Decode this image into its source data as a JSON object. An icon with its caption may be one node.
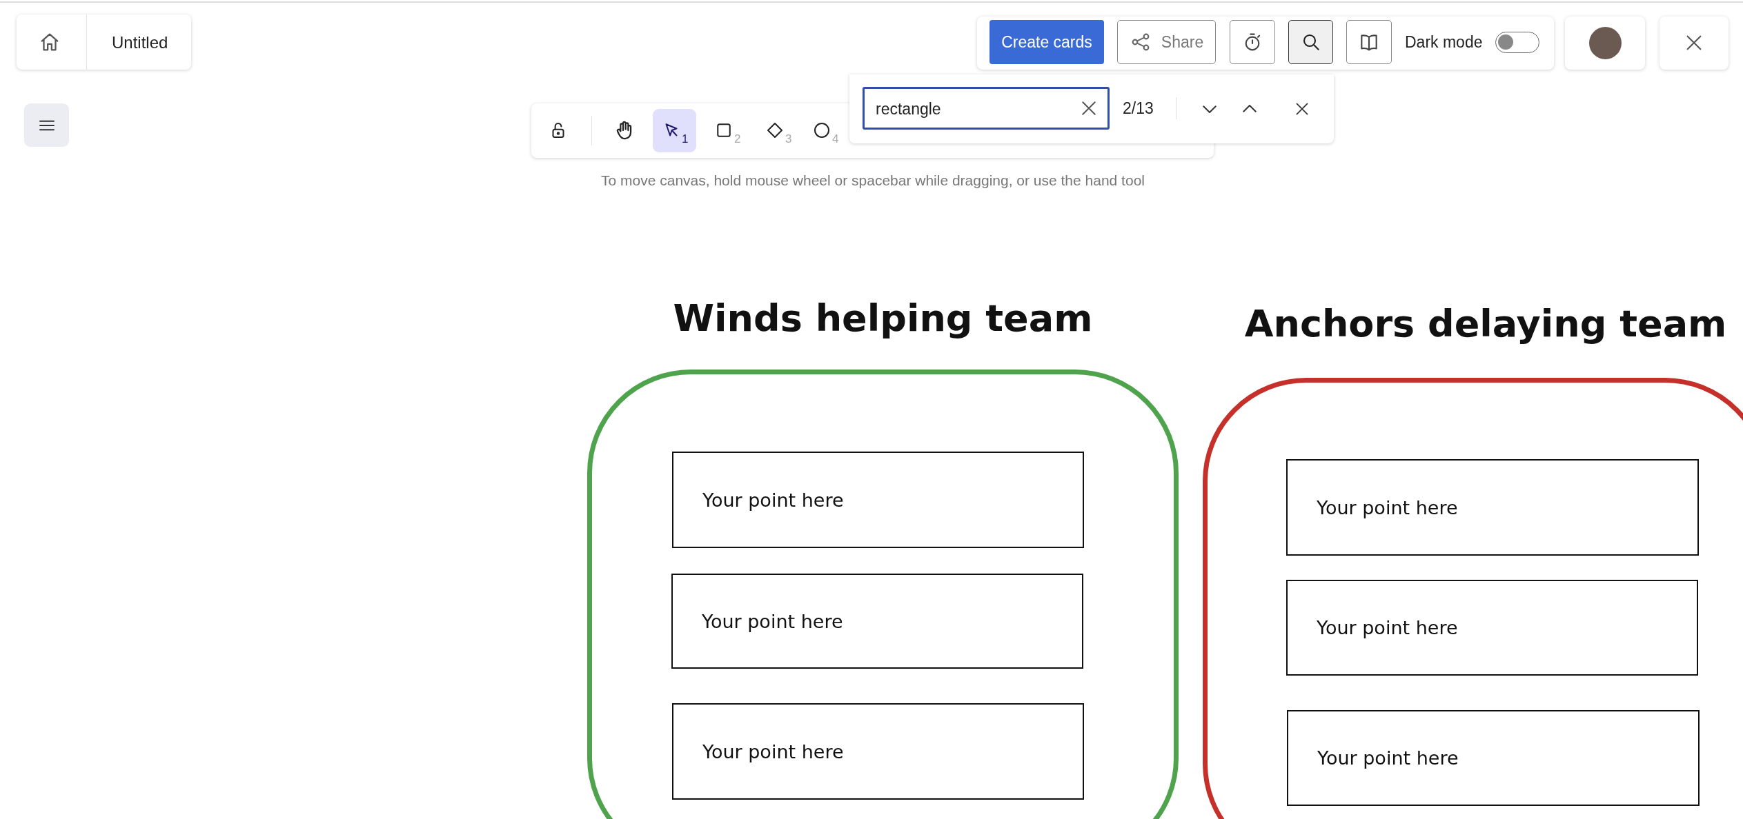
{
  "diagram": {
    "nodes": [
      {
        "text": [
          "Winds helping team"
        ]
      },
      {
        "text": [
          "Your point here"
        ],
        "in": 0
      },
      {
        "text": [
          "Your point here"
        ],
        "in": 0
      },
      {
        "text": [
          "Your point here"
        ],
        "in": 0
      },
      {
        "text": [
          "Anchors delaying team"
        ]
      },
      {
        "text": [
          "Your point here"
        ],
        "in": 4
      },
      {
        "text": [
          "Your point here"
        ],
        "in": 4
      },
      {
        "text": [
          "Your point here"
        ],
        "in": 4
      }
    ],
    "labels": [
      "Untitled",
      "Create cards",
      "Share",
      "Dark mode",
      "rectangle",
      "2/13",
      "1",
      "2",
      "3",
      "4",
      "To move canvas, hold mouse wheel or spacebar while dragging, or use the hand tool"
    ]
  }
}
